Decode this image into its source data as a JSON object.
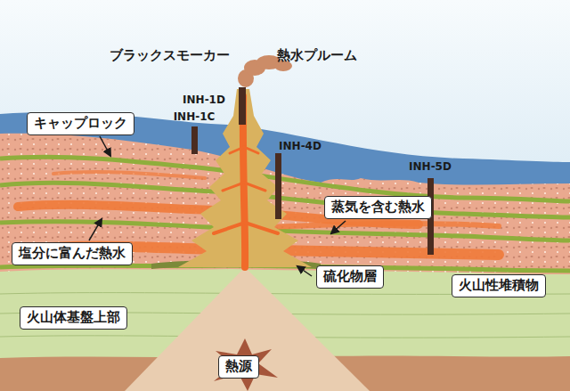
{
  "diagram": {
    "nodes": [
      {
        "text": [
          "キャップロック"
        ]
      },
      {
        "text": [
          "蒸気を含む熱水"
        ]
      },
      {
        "text": [
          "塩分に富んだ熱水"
        ]
      },
      {
        "text": [
          "硫化物層"
        ]
      },
      {
        "text": [
          "火山性堆積物"
        ]
      },
      {
        "text": [
          "火山体基盤上部"
        ]
      },
      {
        "text": [
          "熱源"
        ]
      }
    ],
    "labels": [
      "ブラックスモーカー",
      "熱水プルーム",
      "INH-1D",
      "INH-1C",
      "INH-4D",
      "INH-5D"
    ]
  }
}
